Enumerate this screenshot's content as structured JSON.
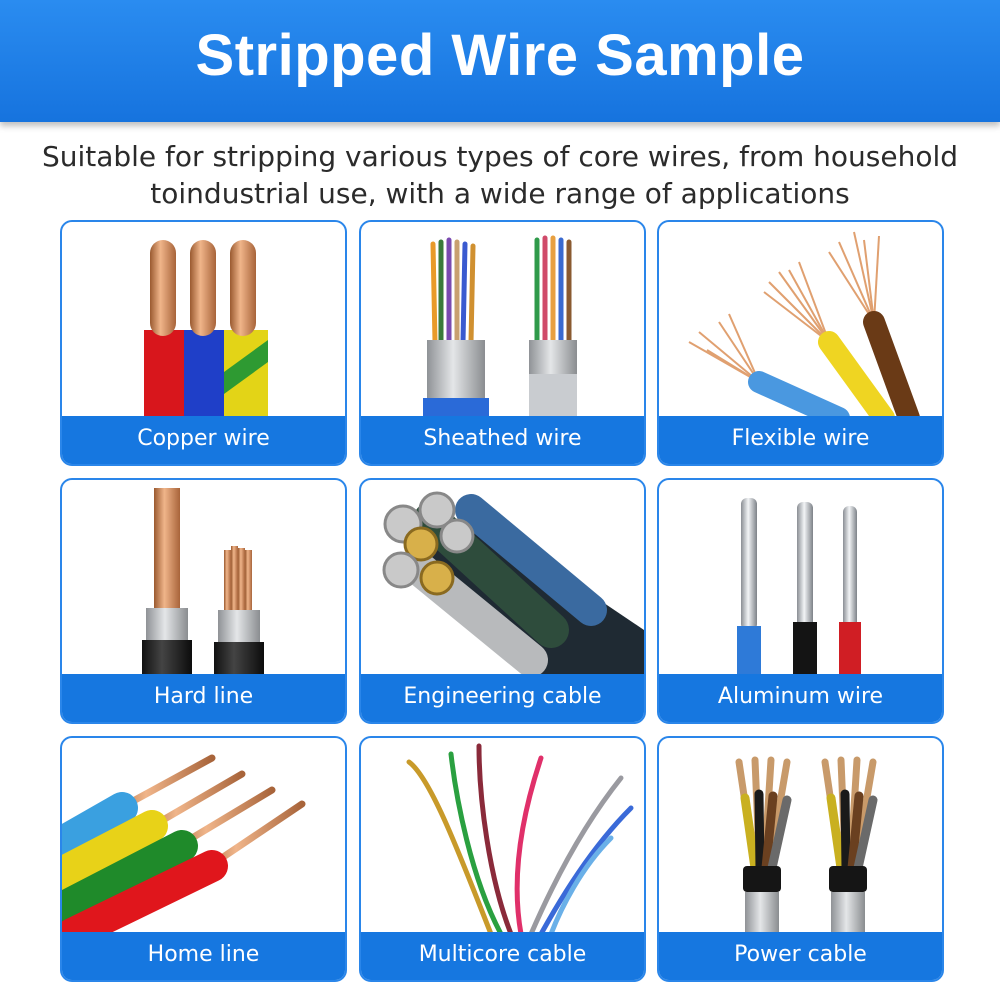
{
  "header": {
    "title": "Stripped Wire Sample"
  },
  "intro": {
    "line1": "Suitable for stripping various types of core wires, from household",
    "line2": "toindustrial use, with a wide range of applications"
  },
  "samples": [
    {
      "label": "Copper wire"
    },
    {
      "label": "Sheathed wire"
    },
    {
      "label": "Flexible wire"
    },
    {
      "label": "Hard line"
    },
    {
      "label": "Engineering cable"
    },
    {
      "label": "Aluminum wire"
    },
    {
      "label": "Home line"
    },
    {
      "label": "Multicore cable"
    },
    {
      "label": "Power cable"
    }
  ],
  "colors": {
    "brand_blue": "#1677e0",
    "copper": "#c8784a"
  }
}
